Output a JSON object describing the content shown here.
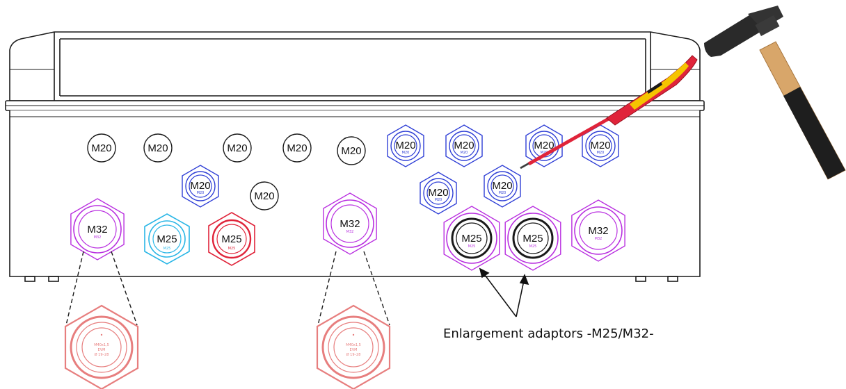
{
  "colors": {
    "outline": "#1a1a1a",
    "blue": "#2f3fd6",
    "cyan": "#29b6e6",
    "red": "#e0243a",
    "magenta": "#b92fe0",
    "salmon": "#e77e7e"
  },
  "holes": {
    "plain": [
      "M20",
      "M20",
      "M20",
      "M20",
      "M20",
      "M20"
    ],
    "blue_glands": [
      "M20",
      "M20",
      "M20",
      "M20",
      "M20",
      "M20",
      "M20"
    ],
    "m25_cyan": "M25",
    "m25_red": "M25",
    "m32_glands": [
      "M32",
      "M32",
      "M32"
    ],
    "adaptor_glands": [
      "M25",
      "M25"
    ]
  },
  "detail": {
    "center_text_line1": "M40x1,5",
    "center_text_line2": "EVM",
    "center_text_line3": "Ø 19–28"
  },
  "annotation": {
    "caption": "Enlargement adaptors -M25/M32-"
  },
  "tools": {
    "screwdriver_icon": "screwdriver-icon",
    "hammer_icon": "hammer-icon"
  }
}
